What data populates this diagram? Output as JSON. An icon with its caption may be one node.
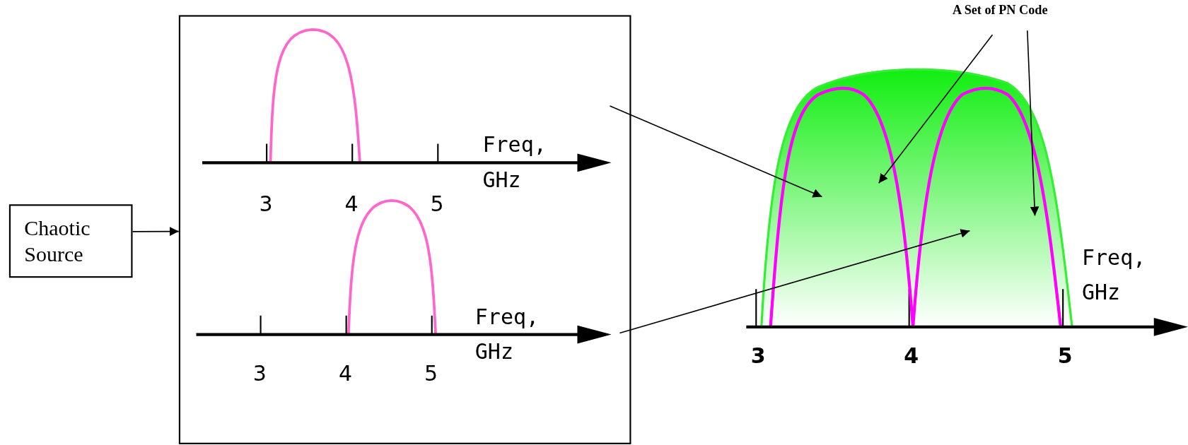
{
  "diagram": {
    "nodes": [
      {
        "text": [
          "Chaotic Source"
        ]
      },
      {
        "text": [],
        "shape": "box"
      },
      {
        "text": [],
        "shape": "picture",
        "in": 1
      },
      {
        "text": [],
        "shape": "picture",
        "in": 1
      },
      {
        "text": [],
        "shape": "picture"
      },
      {
        "text": [
          "A Set of PN Code"
        ]
      }
    ],
    "edges": [
      {
        "from": 0,
        "to": 1,
        "arrow": "to"
      },
      {
        "from": 2,
        "to": 4,
        "arrow": "to"
      },
      {
        "from": 3,
        "to": 4,
        "arrow": "to"
      },
      {
        "from": 5,
        "to": 4,
        "arrow": "to"
      },
      {
        "from": 5,
        "to": 4,
        "arrow": "to"
      }
    ],
    "labels": [
      "Freq, GHz",
      "3",
      "4",
      "5",
      "Freq, GHz",
      "3",
      "4",
      "5",
      "Freq, GHz",
      "3",
      "4",
      "5"
    ]
  }
}
